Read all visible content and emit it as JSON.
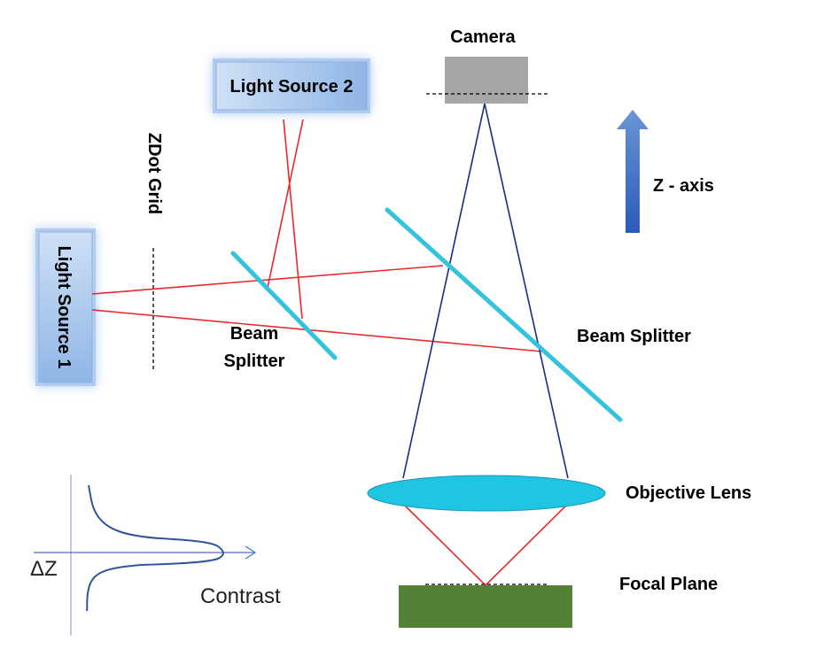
{
  "labels": {
    "camera": "Camera",
    "light_source_2": "Light Source 2",
    "light_source_1": "Light Source 1",
    "zdot_grid": "ZDot Grid",
    "z_axis": "Z - axis",
    "beam_splitter_left_line1": "Beam",
    "beam_splitter_left_line2": "Splitter",
    "beam_splitter_right": "Beam Splitter",
    "objective_lens": "Objective Lens",
    "focal_plane": "Focal Plane",
    "delta_z": "ΔZ",
    "contrast": "Contrast"
  },
  "colors": {
    "ray_red": "#e8282b",
    "ray_blue": "#1a2a8a",
    "splitter_cyan": "#33c3dc",
    "lens_cyan": "#1fc6e3",
    "focal_green": "#538135",
    "camera_gray": "#a6a6a6",
    "source_fill": "#a8c8ee",
    "curve_blue": "#2f5597",
    "axis_blue": "#4472c4"
  },
  "icons": {
    "z_axis_arrow": "up-arrow-icon"
  }
}
